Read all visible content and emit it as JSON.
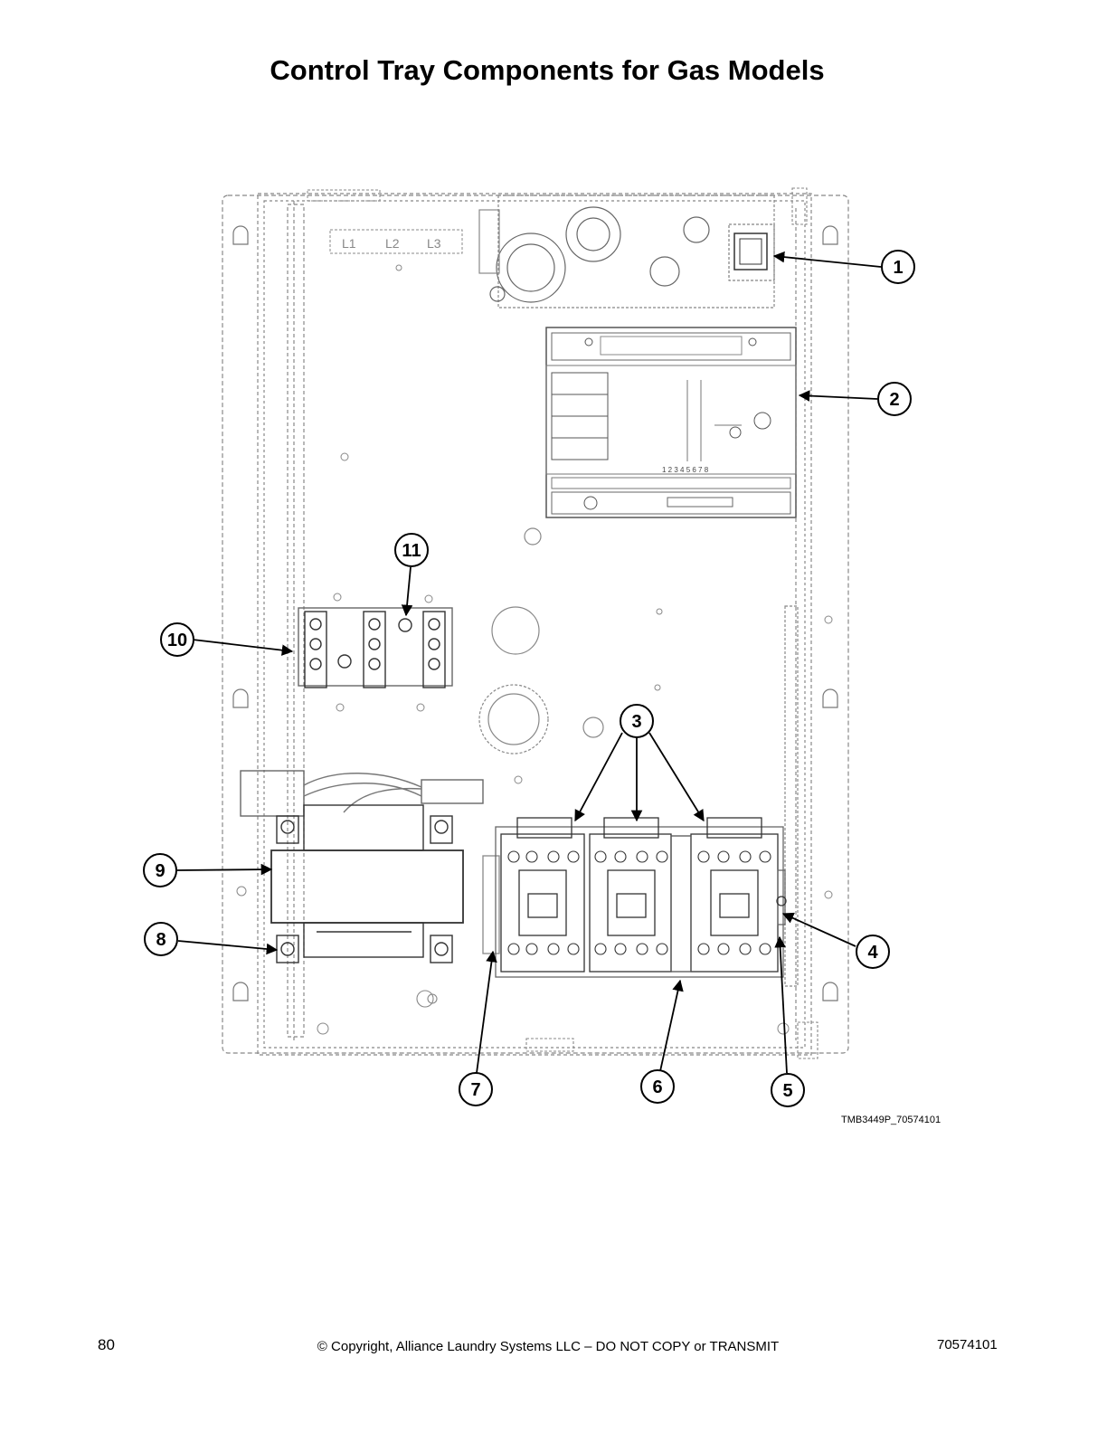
{
  "page": {
    "title": "Control Tray Components for Gas Models",
    "figure_id": "TMB3449P_70574101",
    "page_number": "80",
    "copyright": "© Copyright, Alliance Laundry Systems LLC – DO NOT COPY or TRANSMIT",
    "doc_number": "70574101"
  },
  "diagram": {
    "terminal_labels": [
      "L1",
      "L2",
      "L3"
    ],
    "callouts": [
      "1",
      "2",
      "3",
      "4",
      "5",
      "6",
      "7",
      "8",
      "9",
      "10",
      "11"
    ]
  }
}
